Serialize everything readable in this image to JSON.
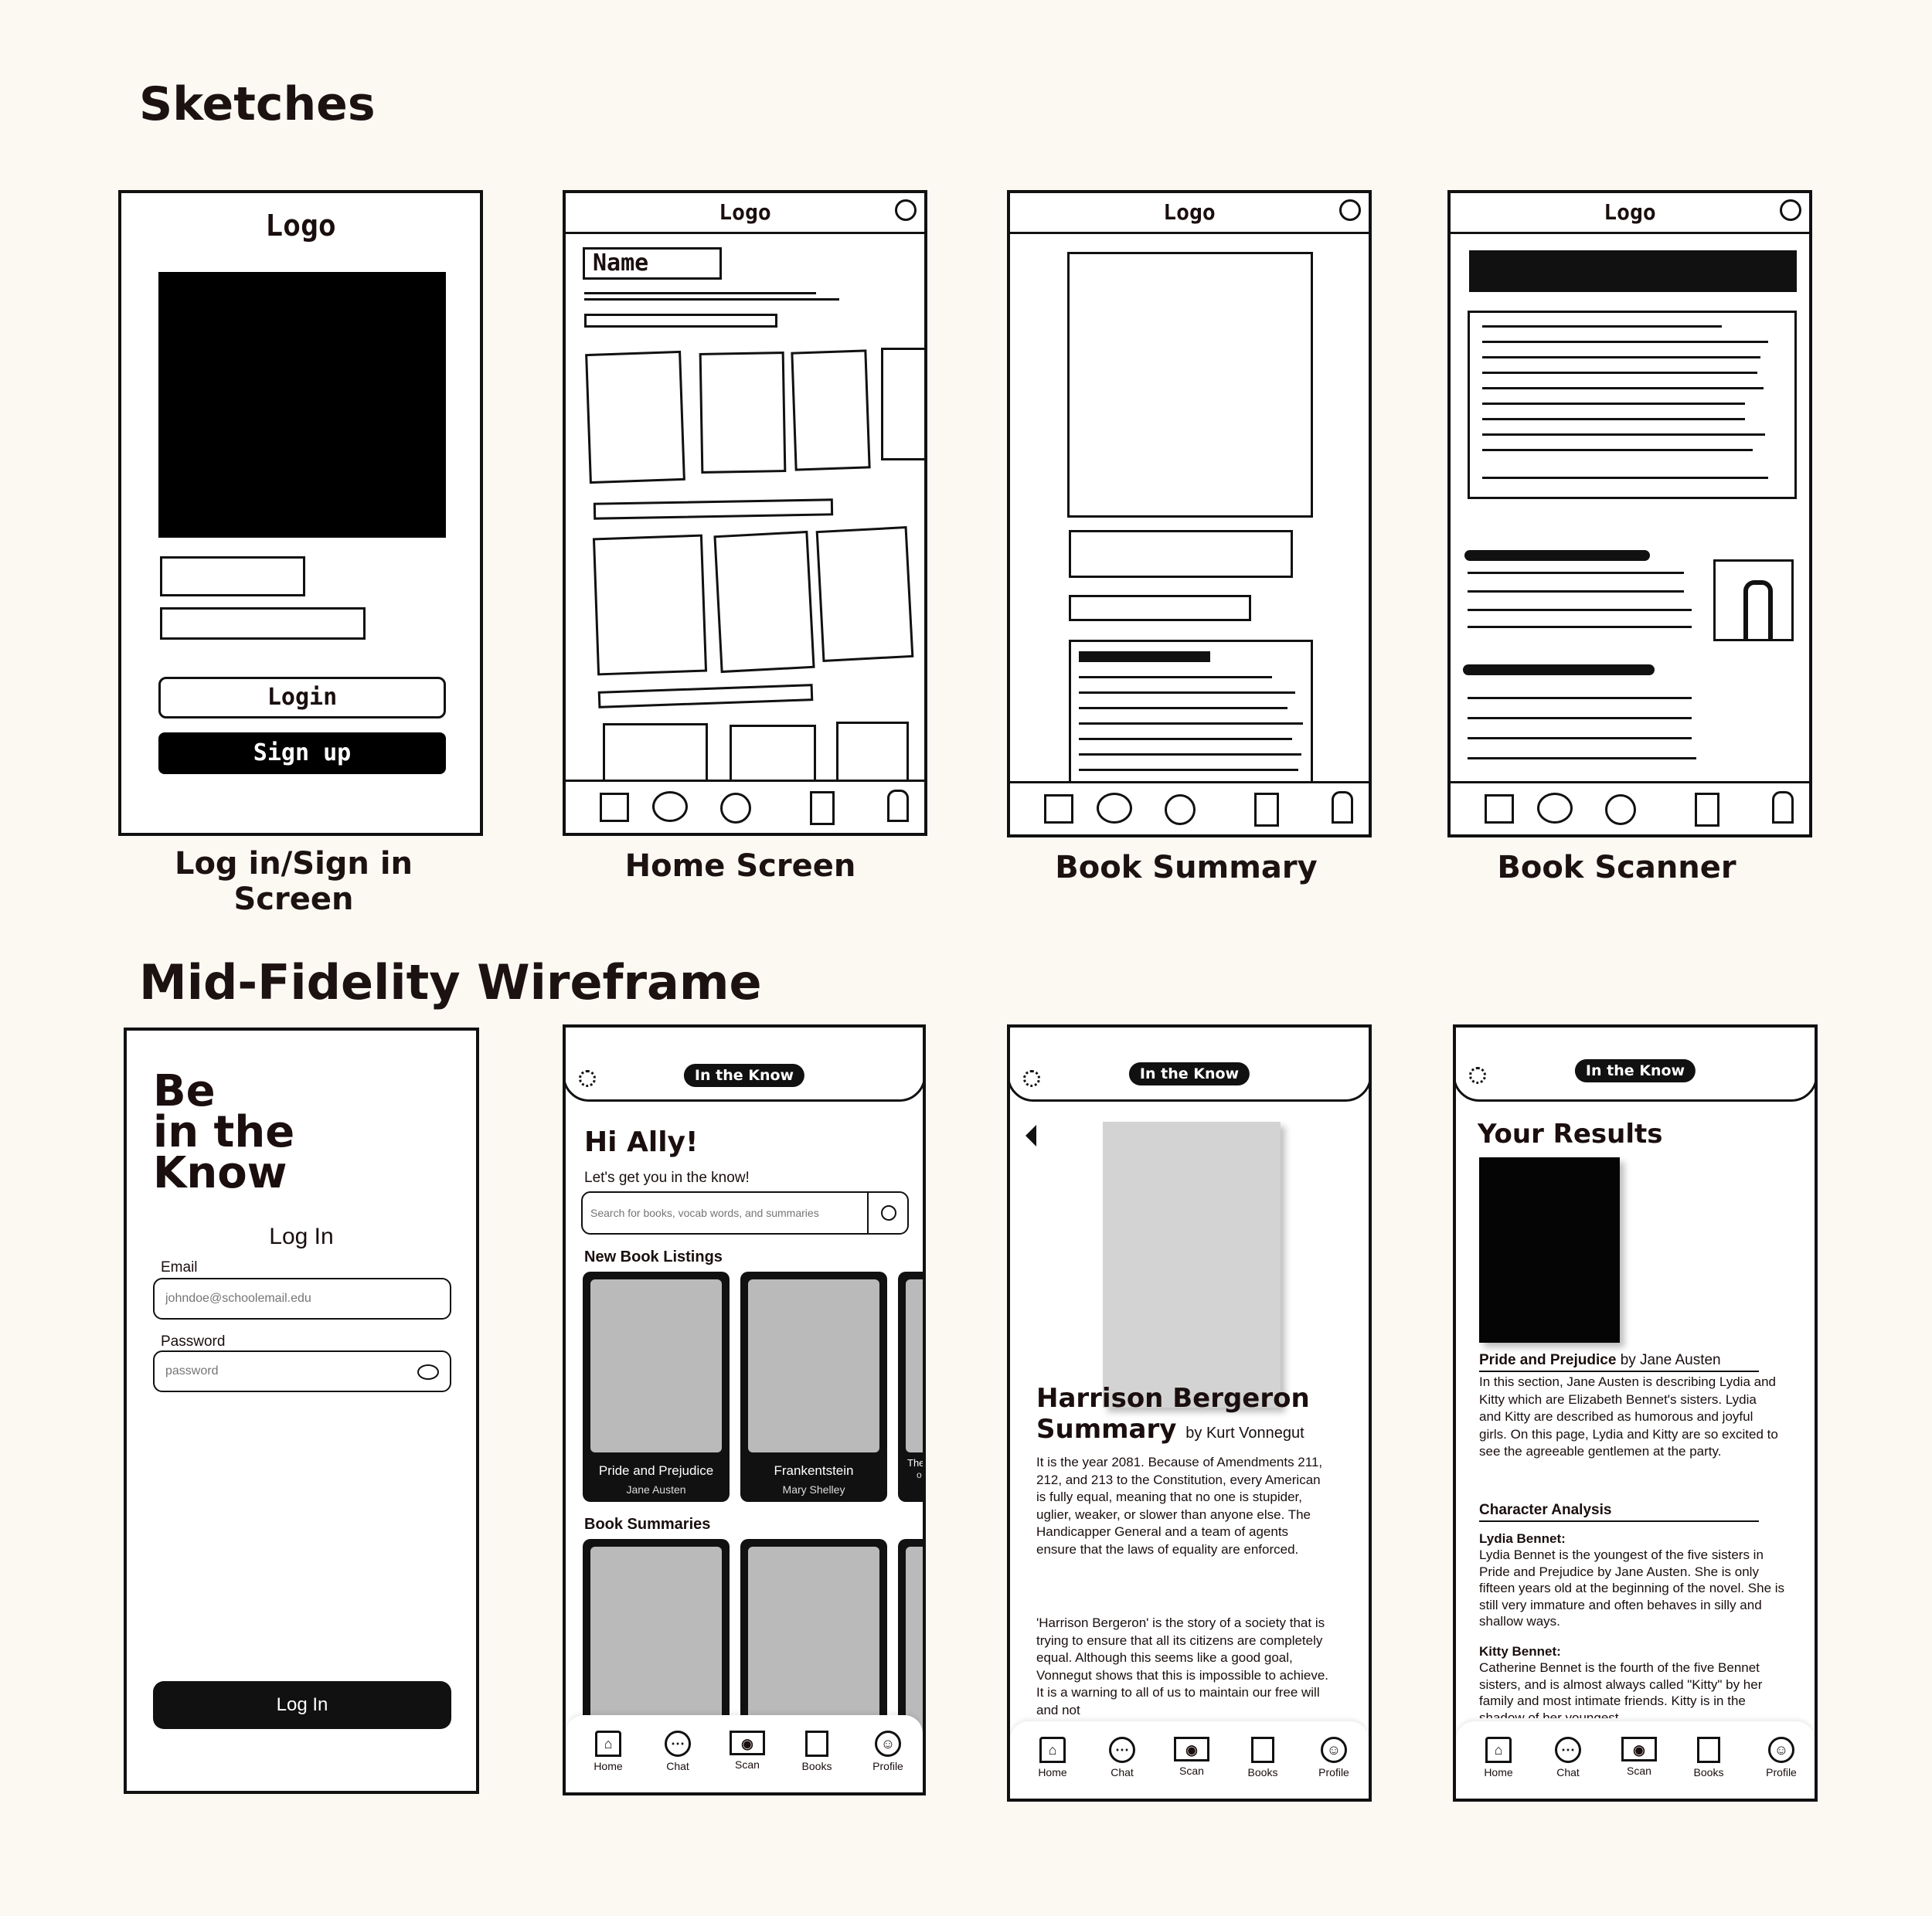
{
  "sections": {
    "sketches": "Sketches",
    "midfi": "Mid-Fidelity Wireframe"
  },
  "captions": {
    "login": "Log in/Sign in Screen",
    "home": "Home Screen",
    "summary": "Book Summary",
    "scanner": "Book Scanner"
  },
  "sketch": {
    "logo": "Logo",
    "name": "Name",
    "login_btn": "Login",
    "signup_btn": "Sign up",
    "icons": [
      "home-icon",
      "chat-icon",
      "scan-icon",
      "book-icon",
      "profile-icon"
    ]
  },
  "app_name": "In the Know",
  "login": {
    "tagline_1": "Be",
    "tagline_2": "in the",
    "tagline_3": "Know",
    "title": "Log In",
    "email_label": "Email",
    "email_placeholder": "johndoe@schoolemail.edu",
    "password_label": "Password",
    "password_placeholder": "password",
    "button": "Log In"
  },
  "home": {
    "greeting": "Hi Ally!",
    "subtitle": "Let's get you in the know!",
    "search_placeholder": "Search for books, vocab words, and summaries",
    "new_listings": "New Book Listings",
    "books": [
      {
        "title": "Pride and Prejudice",
        "author": "Jane Austen"
      },
      {
        "title": "Frankentstein",
        "author": "Mary Shelley"
      },
      {
        "title": "The",
        "author": "o"
      }
    ],
    "summaries": "Book Summaries"
  },
  "summary": {
    "title_1": "Harrison Bergeron",
    "title_2": "Summary",
    "byline": "by Kurt Vonnegut",
    "p1": "It is the year 2081. Because of Amendments 211, 212, and 213 to the Constitution, every American is fully equal, meaning that no one is stupider, uglier, weaker, or slower than anyone else. The Handicapper General and a team of agents ensure that the laws of equality are enforced.",
    "p2": "'Harrison Bergeron' is the story of a society that is trying to ensure that all its citizens are completely equal. Although this seems like a good goal, Vonnegut shows that this is impossible to achieve. It is a warning to all of us to maintain our free will and not"
  },
  "scanner": {
    "title": "Your Results",
    "book_title": "Pride and Prejudice",
    "book_author": "by Jane Austen",
    "description": "In this section, Jane Austen is describing Lydia and Kitty which are Elizabeth Bennet's sisters. Lydia and Kitty are described as humorous and joyful girls. On this page, Lydia and Kitty are so excited to see the agreeable gentlemen at the party.",
    "analysis_title": "Character Analysis",
    "char1_name": "Lydia Bennet:",
    "char1_text": "Lydia Bennet is the youngest of the five sisters in Pride and Prejudice by Jane Austen. She is only fifteen years old at the beginning of the novel. She is still very immature and often behaves in silly and shallow ways.",
    "char2_name": "Kitty Bennet:",
    "char2_text": "Catherine Bennet is the fourth of the five Bennet sisters, and is almost always called \"Kitty\" by her family and most intimate friends. Kitty is in the shadow of her youngest"
  },
  "nav": {
    "home": "Home",
    "chat": "Chat",
    "scan": "Scan",
    "books": "Books",
    "profile": "Profile"
  }
}
